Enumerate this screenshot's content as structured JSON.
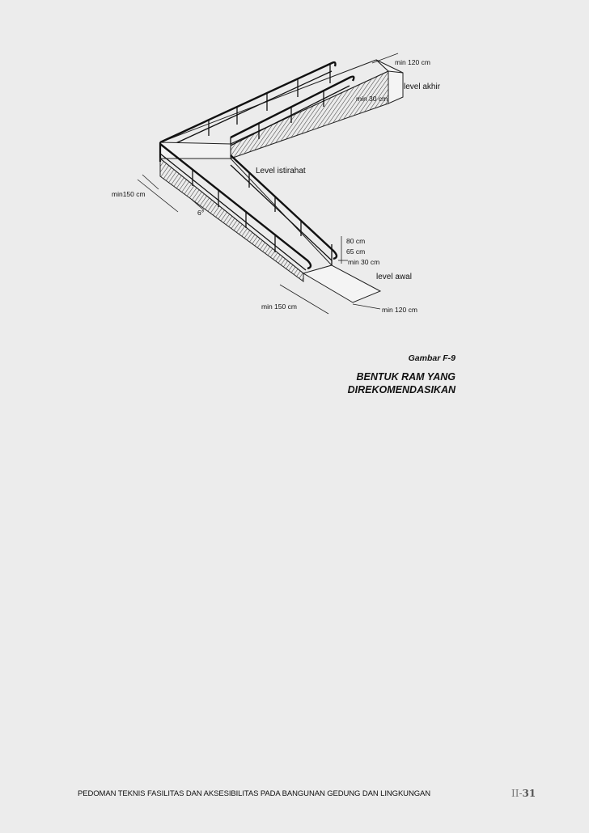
{
  "figure": {
    "labels": {
      "top_width": "min 120 cm",
      "top_level": "level akhir",
      "top_curb": "min 30 cm",
      "landing": "Level istirahat",
      "landing_width": "min150 cm",
      "slope": "6°",
      "rail_high": "80 cm",
      "rail_low": "65 cm",
      "bottom_curb": "min 30 cm",
      "bottom_level": "level awal",
      "bottom_length": "min 150 cm",
      "bottom_width": "min 120 cm"
    }
  },
  "caption": {
    "number": "Gambar F-9",
    "title": "BENTUK RAM YANG DIREKOMENDASIKAN"
  },
  "footer": {
    "text": "PEDOMAN TEKNIS FASILITAS DAN AKSESIBILITAS PADA BANGUNAN GEDUNG DAN LINGKUNGAN",
    "page_prefix": "II-",
    "page_number": "31"
  }
}
